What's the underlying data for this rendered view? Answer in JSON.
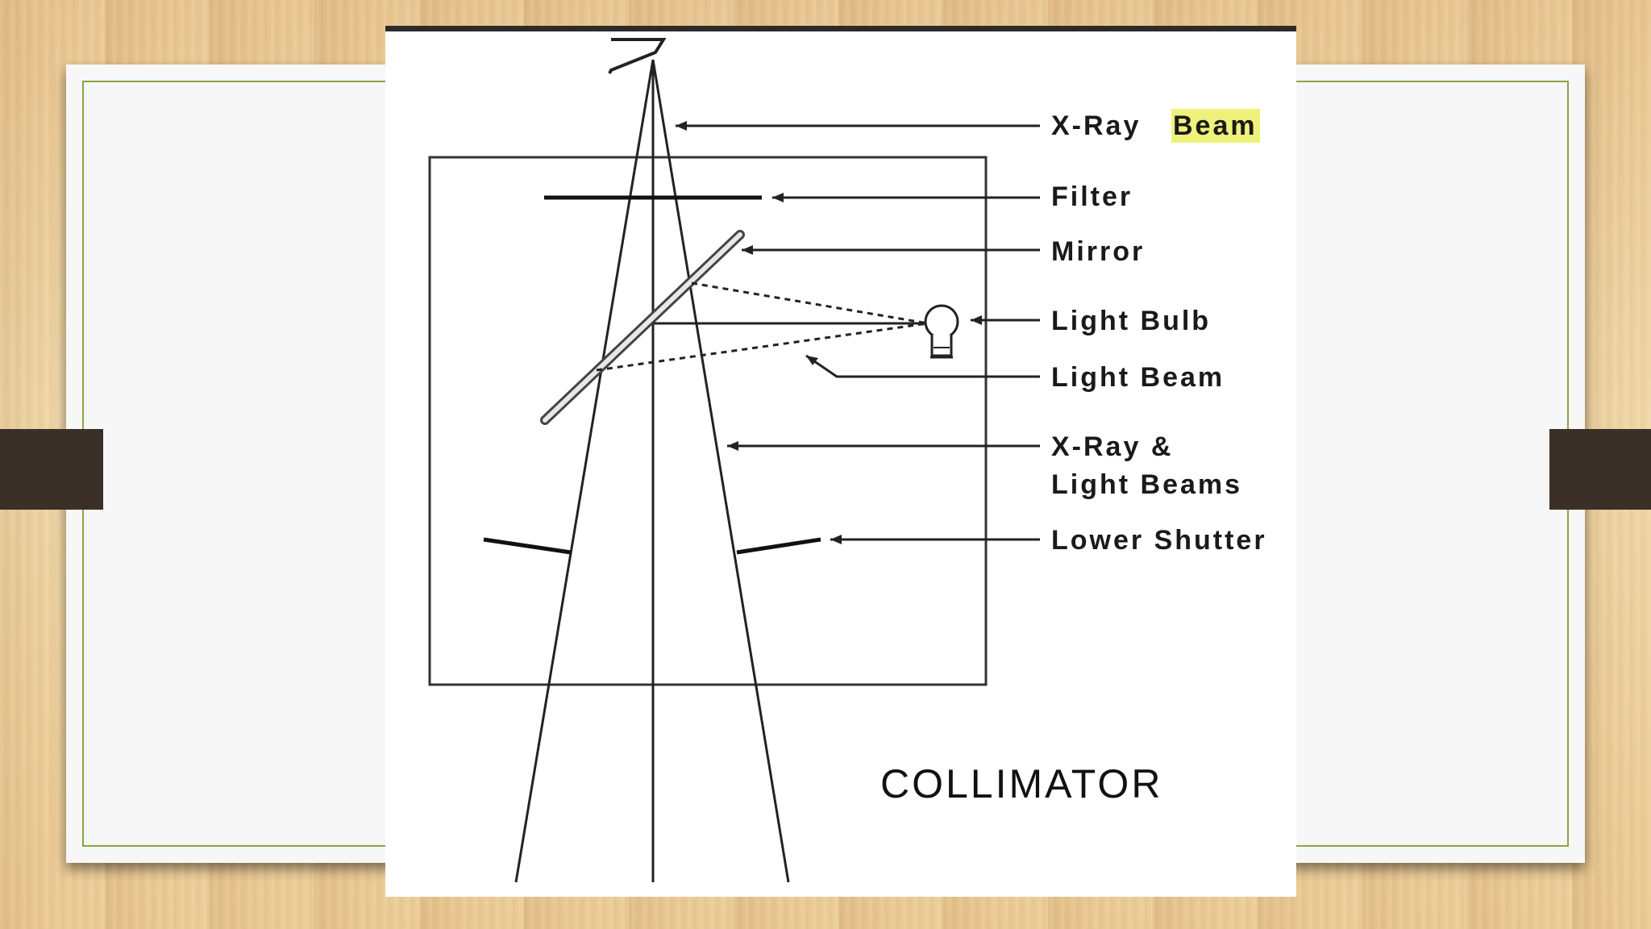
{
  "diagram": {
    "title": "COLLIMATOR",
    "labels": {
      "xray_beam_part1": "X-Ray",
      "xray_beam_part2": "Beam",
      "filter": "Filter",
      "mirror": "Mirror",
      "light_bulb": "Light Bulb",
      "light_beam": "Light Beam",
      "combined_line1": "X-Ray &",
      "combined_line2": "Light Beams",
      "lower_shutter": "Lower Shutter"
    },
    "highlight_color": "#eef27a"
  }
}
